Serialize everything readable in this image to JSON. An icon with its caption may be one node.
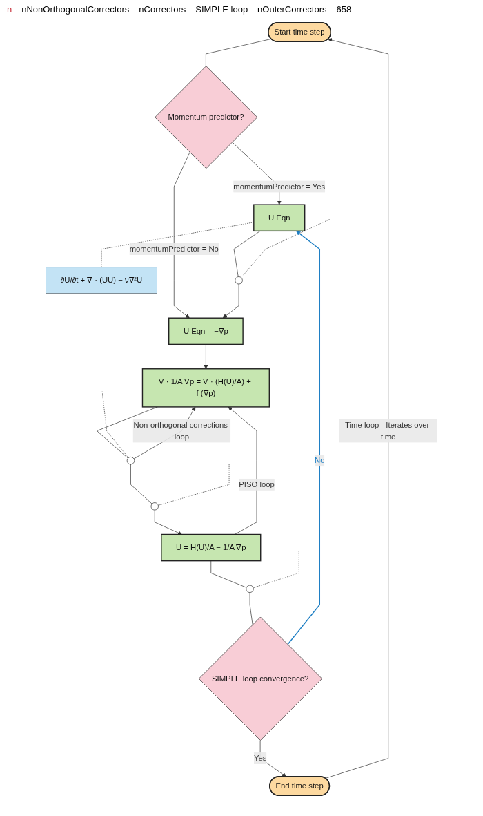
{
  "diagram": {
    "nodes": [
      {
        "text": [
          "Start time step"
        ]
      },
      {
        "text": [
          "Momentum predictor?"
        ]
      },
      {
        "text": [
          "U Eqn"
        ]
      },
      {
        "text": [
          "∂U/∂t + ∇ · (UU) − ν∇²U"
        ]
      },
      {
        "text": [],
        "shape": "circle"
      },
      {
        "text": [
          "U Eqn = −∇p"
        ]
      },
      {
        "text": [
          "∇ · 1/A ∇p = ∇ · (H(U)/A) + f (∇p)"
        ]
      },
      {
        "text": [],
        "shape": "circle"
      },
      {
        "text": [],
        "shape": "circle"
      },
      {
        "text": [
          "U = H(U)/A − 1/A ∇p"
        ]
      },
      {
        "text": [],
        "shape": "circle"
      },
      {
        "text": [
          "SIMPLE loop convergence?"
        ]
      },
      {
        "text": [
          "End time step"
        ]
      }
    ],
    "edges": [
      {
        "from": 0,
        "to": 1,
        "arrow": "none"
      },
      {
        "from": 1,
        "to": 2,
        "arrow": "to",
        "label": "momentumPredictor = Yes"
      },
      {
        "from": 1,
        "to": 5,
        "arrow": "to",
        "label": "momentumPredictor = No"
      },
      {
        "from": 2,
        "to": 3,
        "arrow": "none",
        "style": "dashed"
      },
      {
        "from": 2,
        "to": 4,
        "arrow": "none"
      },
      {
        "from": null,
        "to": 4,
        "arrow": "none",
        "style": "dashed"
      },
      {
        "from": 4,
        "to": 5,
        "arrow": "to"
      },
      {
        "from": 5,
        "to": 6,
        "arrow": "to"
      },
      {
        "from": 6,
        "to": 7,
        "arrow": "none"
      },
      {
        "from": null,
        "to": 7,
        "arrow": "none",
        "style": "dashed"
      },
      {
        "from": 7,
        "to": 8,
        "arrow": "none"
      },
      {
        "from": 7,
        "to": 6,
        "arrow": "to",
        "label": "Non-orthogonal corrections loop"
      },
      {
        "from": null,
        "to": 8,
        "arrow": "none",
        "style": "dashed"
      },
      {
        "from": 8,
        "to": 9,
        "arrow": "to"
      },
      {
        "from": 9,
        "to": 6,
        "arrow": "to",
        "label": "PISO loop"
      },
      {
        "from": 9,
        "to": 10,
        "arrow": "none"
      },
      {
        "from": null,
        "to": 10,
        "arrow": "none",
        "style": "dashed"
      },
      {
        "from": 10,
        "to": 11,
        "arrow": "none"
      },
      {
        "from": 11,
        "to": 2,
        "arrow": "to",
        "label": "No",
        "color": "#1f7fc4"
      },
      {
        "from": 11,
        "to": 12,
        "arrow": "to",
        "label": "Yes"
      },
      {
        "from": 12,
        "to": 0,
        "arrow": "to",
        "label": "Time loop - Iterates over time"
      }
    ],
    "labels": [
      "n",
      "nNonOrthogonalCorrectors",
      "nCorrectors",
      "SIMPLE loop",
      "nOuterCorrectors",
      "658"
    ]
  }
}
